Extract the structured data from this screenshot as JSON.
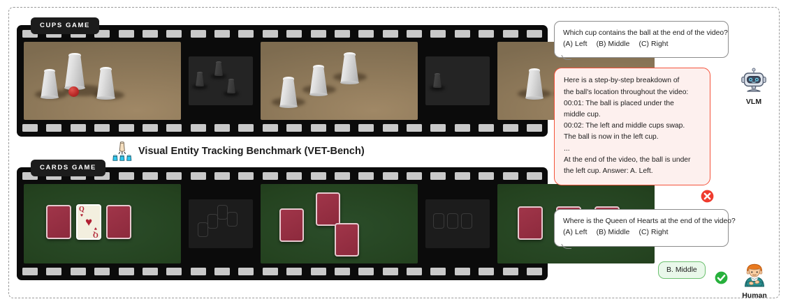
{
  "title": {
    "text": "Visual Entity Tracking Benchmark (VET-Bench)",
    "icon": "shell-game-icon"
  },
  "games": [
    {
      "id": "cups",
      "pill_label": "CUPS GAME",
      "frames": [
        {
          "type": "main",
          "description": "Three white cups on a tan table with a red ball visible on the table between the left and middle cups"
        },
        {
          "type": "mini",
          "description": "Dark transition frame showing three dim cup silhouettes"
        },
        {
          "type": "main",
          "description": "Three white cups arranged diagonally on the tan table, ball hidden"
        },
        {
          "type": "mini",
          "description": "Dark transition frame showing a single dim cup silhouette"
        },
        {
          "type": "main",
          "description": "Three white cups in a row on the tan table, ball hidden"
        }
      ]
    },
    {
      "id": "cards",
      "pill_label": "CARDS GAME",
      "frames": [
        {
          "type": "main",
          "description": "Three cards on a green felt table, the middle one face-up showing the Queen of Hearts"
        },
        {
          "type": "mini",
          "description": "Dark transition frame with faint card outlines mid-swap"
        },
        {
          "type": "main",
          "description": "Three face-down cards mid-swap, the middle and right cards offset vertically"
        },
        {
          "type": "mini",
          "description": "Dark transition frame with three faint card outlines"
        },
        {
          "type": "main",
          "description": "Three face-down cards aligned in a row"
        }
      ]
    }
  ],
  "card_face": {
    "rank": "Q",
    "suit": "♥"
  },
  "conversation": {
    "vlm": {
      "label": "VLM",
      "avatar": "robot-icon",
      "question": {
        "prompt": "Which cup contains the ball at the end of the video?",
        "options": [
          "(A) Left",
          "(B) Middle",
          "(C) Right"
        ]
      },
      "answer_lines": [
        "Here is a step-by-step breakdown of",
        "the ball's location throughout the video:",
        "00:01: The ball is placed under the",
        "middle cup.",
        "00:02: The left and middle cups swap.",
        "The ball is now in the left cup.",
        "...",
        "At the end of the video, the ball is under",
        "the left cup. Answer: A. Left."
      ],
      "verdict": "incorrect",
      "verdict_icon": "cross-mark-icon"
    },
    "human": {
      "label": "Human",
      "avatar": "person-icon",
      "question": {
        "prompt": "Where is the Queen of Hearts at the end of the video?",
        "options": [
          "(A) Left",
          "(B) Middle",
          "(C) Right"
        ]
      },
      "answer": "B. Middle",
      "verdict": "correct",
      "verdict_icon": "check-mark-icon"
    }
  },
  "colors": {
    "vlm_accent": "#f4523a",
    "vlm_fill": "#fdf0ee",
    "human_accent": "#6cc06f",
    "human_fill": "#e9f8ea",
    "question_border": "#8c8c8c",
    "film_black": "#0b0b0b",
    "cups_table": "#8d7859",
    "cards_table": "#24421f",
    "card_back": "#9e3046"
  }
}
